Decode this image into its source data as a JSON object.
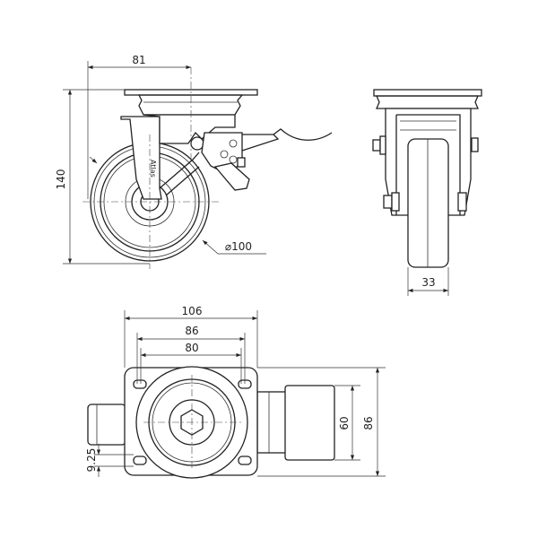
{
  "title": "Swivel caster with brake – technical drawing",
  "side_view": {
    "offset_dim": "81",
    "height_dim": "140",
    "wheel_diameter_dim": "⌀100",
    "logo_text": "Atlas"
  },
  "front_view": {
    "wheel_width_dim": "33"
  },
  "top_view": {
    "plate_width_dim": "106",
    "hole_spacing_outer_dim": "86",
    "hole_spacing_inner_dim": "80",
    "hole_spacing_vertical_dim": "60",
    "plate_depth_dim": "86",
    "slot_dim": "9.25"
  },
  "colors": {
    "line": "#222222",
    "background": "#ffffff"
  }
}
